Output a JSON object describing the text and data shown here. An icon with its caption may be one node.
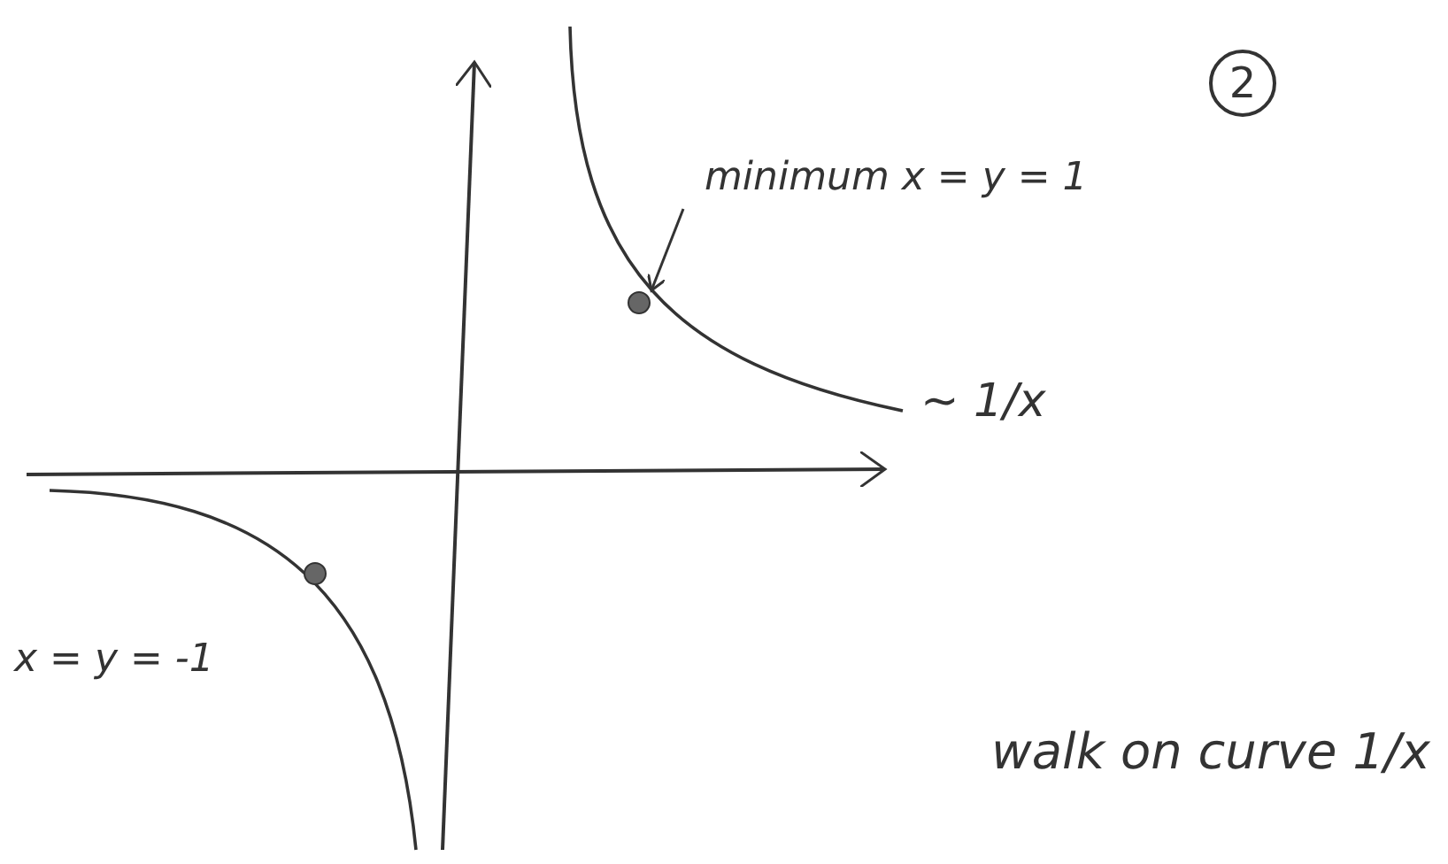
{
  "diagram": {
    "nodes": [
      {
        "text": [
          "minimum x = y = 1"
        ]
      },
      {
        "text": [],
        "shape": "circle"
      },
      {
        "text": [],
        "shape": "circle"
      }
    ],
    "edges": [
      {
        "from": 0,
        "to": 1,
        "arrow": "to"
      }
    ],
    "labels": [
      "2",
      "~ 1/x",
      "x = y = -1",
      "walk on curve 1/x"
    ]
  }
}
